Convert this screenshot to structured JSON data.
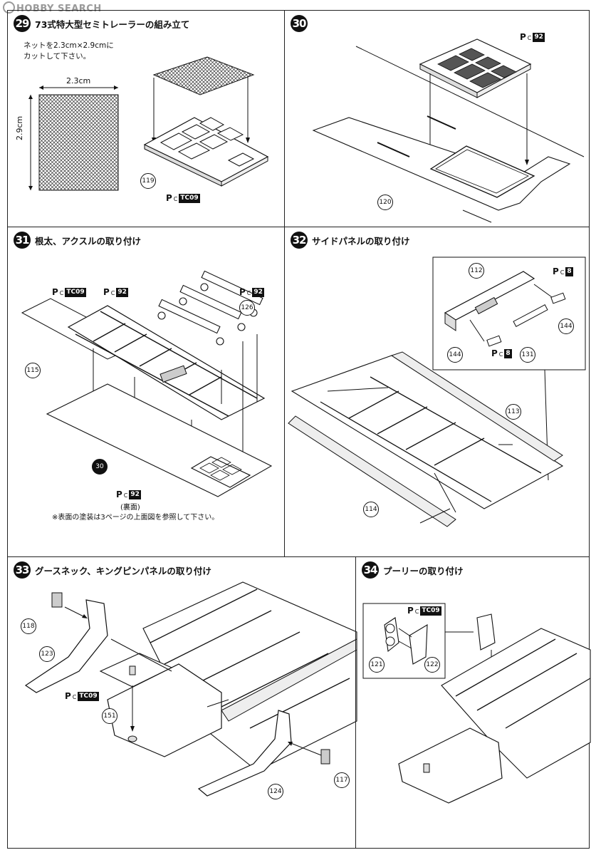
{
  "watermark": "HOBBY SEARCH",
  "steps": [
    {
      "num": "29",
      "title": "73式特大型セミトレーラーの組み立て",
      "note_line1": "ネットを2.3cm×2.9cmに",
      "note_line2": "カットして下さい。",
      "dim_w": "2.3cm",
      "dim_h": "2.9cm",
      "parts": [
        "119"
      ],
      "paint": {
        "letter": "P",
        "sub": "C",
        "code": "TC09"
      }
    },
    {
      "num": "30",
      "title": "",
      "parts": [
        "120"
      ],
      "paint": {
        "letter": "P",
        "sub": "C",
        "code": "92"
      }
    },
    {
      "num": "31",
      "title": "根太、アクスルの取り付け",
      "parts": [
        "115",
        "126",
        "30"
      ],
      "paints": [
        {
          "letter": "P",
          "sub": "C",
          "code": "TC09"
        },
        {
          "letter": "P",
          "sub": "C",
          "code": "92"
        },
        {
          "letter": "P",
          "sub": "C",
          "code": "92"
        },
        {
          "letter": "P",
          "sub": "C",
          "code": "92"
        }
      ],
      "reverse_label": "(裏面)",
      "note": "※表面の塗装は3ページの上面図を参照して下さい。"
    },
    {
      "num": "32",
      "title": "サイドパネルの取り付け",
      "parts": [
        "112",
        "144",
        "144",
        "131",
        "113",
        "114"
      ],
      "paints": [
        {
          "letter": "P",
          "sub": "C",
          "code": "8"
        },
        {
          "letter": "P",
          "sub": "C",
          "code": "8"
        }
      ]
    },
    {
      "num": "33",
      "title": "グースネック、キングピンパネルの取り付け",
      "parts": [
        "118",
        "123",
        "151",
        "124",
        "117"
      ],
      "paint": {
        "letter": "P",
        "sub": "C",
        "code": "TC09"
      }
    },
    {
      "num": "34",
      "title": "プーリーの取り付け",
      "parts": [
        "121",
        "122"
      ],
      "paint": {
        "letter": "P",
        "sub": "C",
        "code": "TC09"
      }
    }
  ]
}
